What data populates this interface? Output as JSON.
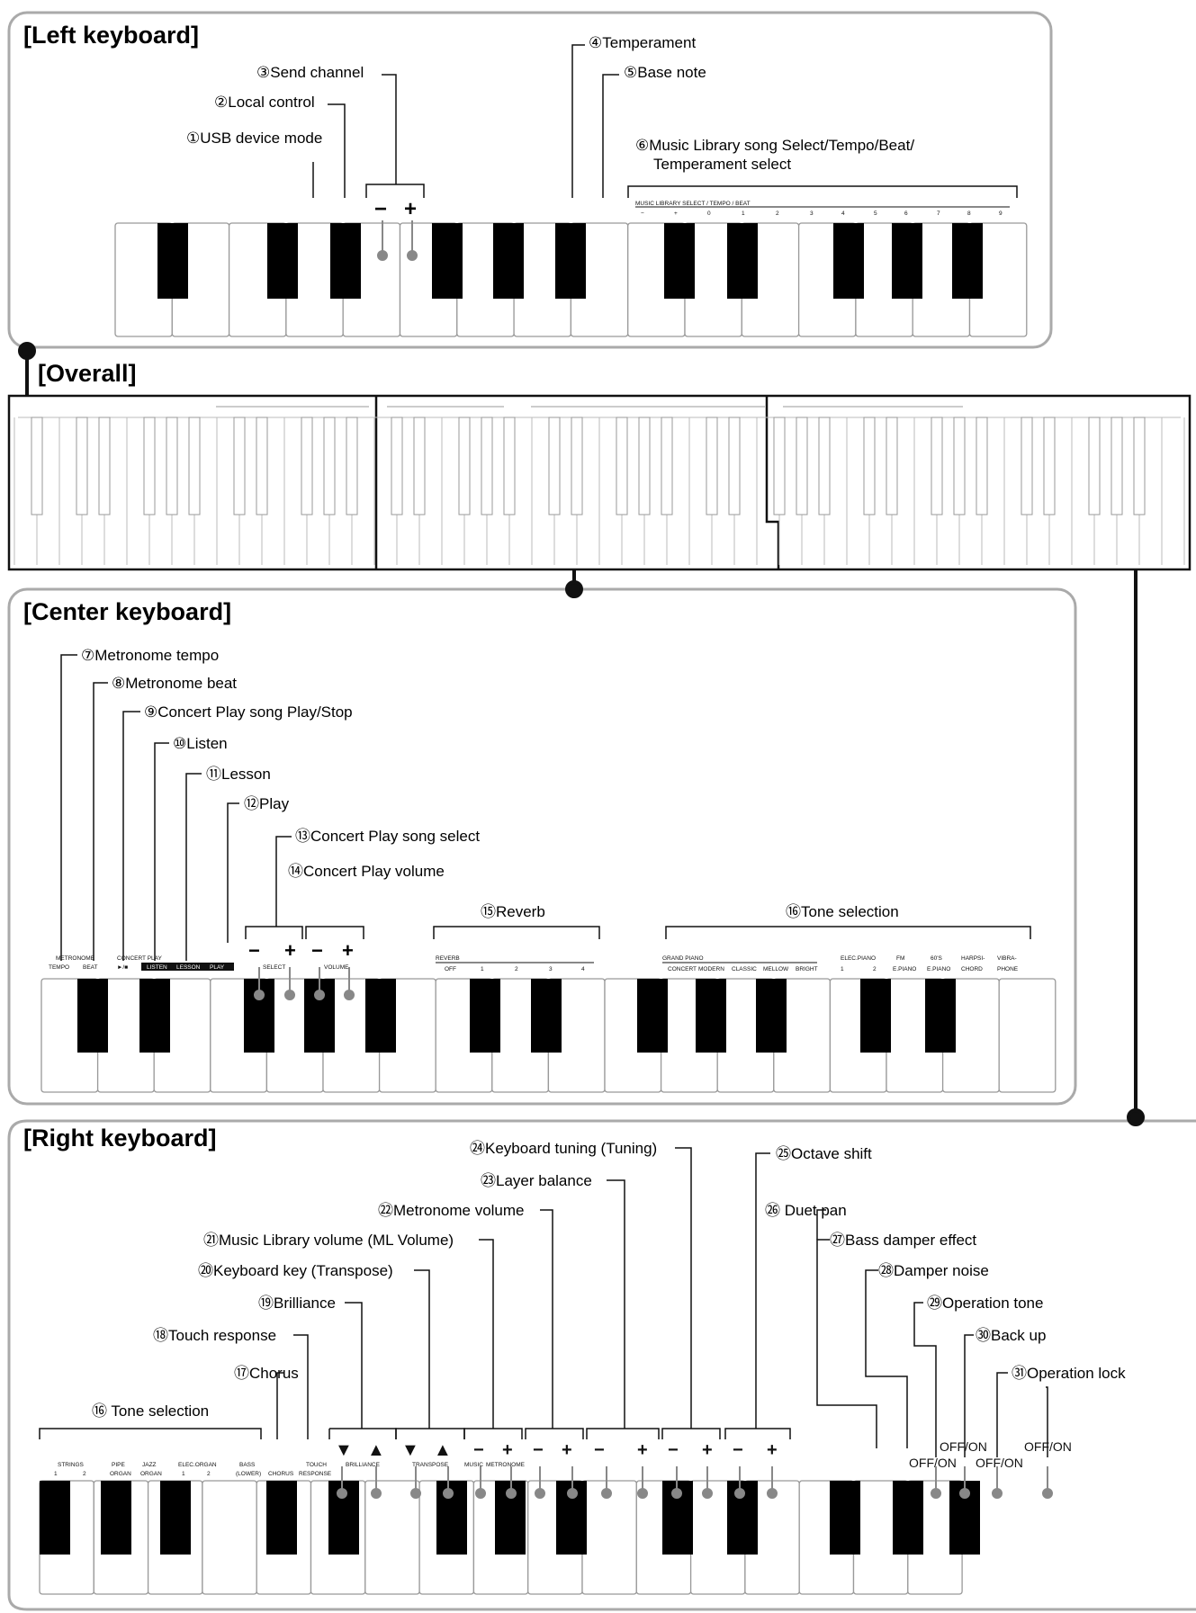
{
  "sections": {
    "left": "[Left keyboard]",
    "overall": "[Overall]",
    "center": "[Center keyboard]",
    "right": "[Right keyboard]"
  },
  "left_labels": [
    "①USB device mode",
    "②Local control",
    "③Send channel",
    "④Temperament",
    "⑤Base note",
    "⑥Music Library song Select/Tempo/Beat/",
    "Temperament select"
  ],
  "center_labels": [
    "⑦Metronome tempo",
    "⑧Metronome beat",
    "⑨Concert Play song Play/Stop",
    "⑩Listen",
    "⑪Lesson",
    "⑫Play",
    "⑬Concert Play song select",
    "⑭Concert Play volume",
    "⑮Reverb",
    "⑯Tone selection"
  ],
  "right_labels": [
    "⑯ Tone selection",
    "⑰Chorus",
    "⑱Touch response",
    "⑲Brilliance",
    "⑳Keyboard key (Transpose)",
    "㉑Music Library volume (ML Volume)",
    "㉒Metronome volume",
    "㉓Layer balance",
    "㉔Keyboard tuning (Tuning)",
    "㉕Octave shift",
    "㉖ Duet pan",
    "㉗Bass damper effect",
    "㉘Damper noise",
    "㉙Operation tone",
    "㉚Back up",
    "㉛Operation lock"
  ],
  "symbols": {
    "minus": "−",
    "plus": "+",
    "down": "▼",
    "up": "▲",
    "off_on": "OFF/ON"
  },
  "panel_left": [
    "MUSIC LIBRARY SELECT / TEMPO / BEAT",
    "−",
    "+",
    "0",
    "1",
    "2",
    "3",
    "4",
    "5",
    "6",
    "7",
    "8",
    "9"
  ],
  "panel_center": {
    "metronome": "METRONOME",
    "tempo": "TEMPO",
    "beat": "BEAT",
    "concert_play": "CONCERT PLAY",
    "play_stop": "►/■",
    "listen": "LISTEN",
    "lesson": "LESSON",
    "play": "PLAY",
    "select": "SELECT",
    "volume": "VOLUME",
    "reverb": "REVERB",
    "reverb_opts": [
      "OFF",
      "1",
      "2",
      "3",
      "4"
    ],
    "grand_piano": "GRAND PIANO",
    "gp_opts": [
      "CONCERT",
      "MODERN",
      "CLASSIC",
      "MELLOW",
      "BRIGHT"
    ],
    "elec_piano": "ELEC.PIANO",
    "ep_opts": [
      "1",
      "2"
    ],
    "fm": "FM",
    "fm2": "E.PIANO",
    "six_ties": "60'S",
    "six_ties2": "E.PIANO",
    "harpsi": "HARPSI-",
    "harpsi2": "CHORD",
    "vibra": "VIBRA-",
    "vibra2": "PHONE"
  },
  "panel_right": {
    "strings": "STRINGS",
    "strings_opts": [
      "1",
      "2"
    ],
    "pipe": "PIPE",
    "pipe2": "ORGAN",
    "jazz": "JAZZ",
    "jazz2": "ORGAN",
    "elec_organ": "ELEC.ORGAN",
    "eo_opts": [
      "1",
      "2"
    ],
    "bass": "BASS",
    "bass2": "(LOWER)",
    "chorus": "CHORUS",
    "touch": "TOUCH",
    "response": "RESPONSE",
    "brilliance": "BRILLIANCE",
    "transpose": "TRANSPOSE",
    "ml_vol": "MUSIC",
    "metro_vol": "METRONOME"
  }
}
